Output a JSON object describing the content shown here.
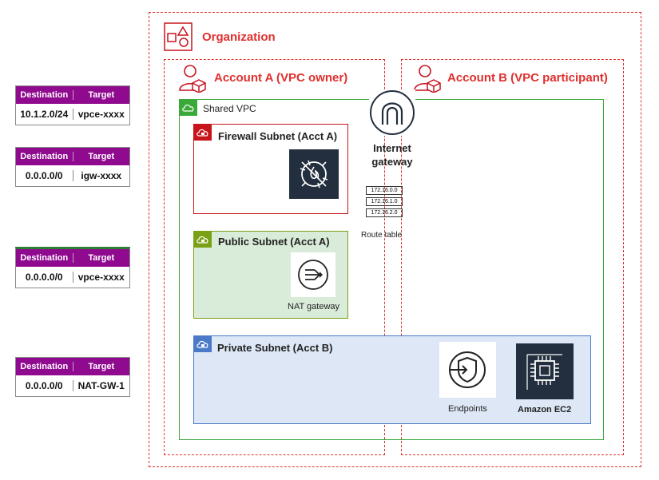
{
  "organization": {
    "label": "Organization"
  },
  "account_a": {
    "label": "Account A (VPC owner)"
  },
  "account_b": {
    "label": "Account B (VPC participant)"
  },
  "vpc": {
    "label": "Shared VPC"
  },
  "firewall_subnet": {
    "label": "Firewall Subnet (Acct A)"
  },
  "public_subnet": {
    "label": "Public Subnet (Acct A)",
    "service_label": "NAT gateway"
  },
  "private_subnet": {
    "label": "Private Subnet (Acct B)",
    "endpoints_label": "Endpoints",
    "ec2_label": "Amazon EC2"
  },
  "internet_gateway": {
    "label_line1": "Internet",
    "label_line2": "gateway"
  },
  "route_table_icon": {
    "entries": [
      "172.16.0.0",
      "172.16.1.0",
      "172.16.2.0"
    ],
    "label": "Route table"
  },
  "route_tables": [
    {
      "header": {
        "destination": "Destination",
        "target": "Target"
      },
      "destination": "10.1.2.0/24",
      "target": "vpce-xxxx"
    },
    {
      "header": {
        "destination": "Destination",
        "target": "Target"
      },
      "destination": "0.0.0.0/0",
      "target": "igw-xxxx"
    },
    {
      "header": {
        "destination": "Destination",
        "target": "Target"
      },
      "destination": "0.0.0.0/0",
      "target": "vpce-xxxx"
    },
    {
      "header": {
        "destination": "Destination",
        "target": "Target"
      },
      "destination": "0.0.0.0/0",
      "target": "NAT-GW-1"
    }
  ],
  "colors": {
    "org_border": "#e0302e",
    "vpc_border": "#3aa93a",
    "firewall": "#c8151b",
    "public": "#7aa116",
    "private": "#4a79c8",
    "header_purple": "#8f0a8f"
  }
}
